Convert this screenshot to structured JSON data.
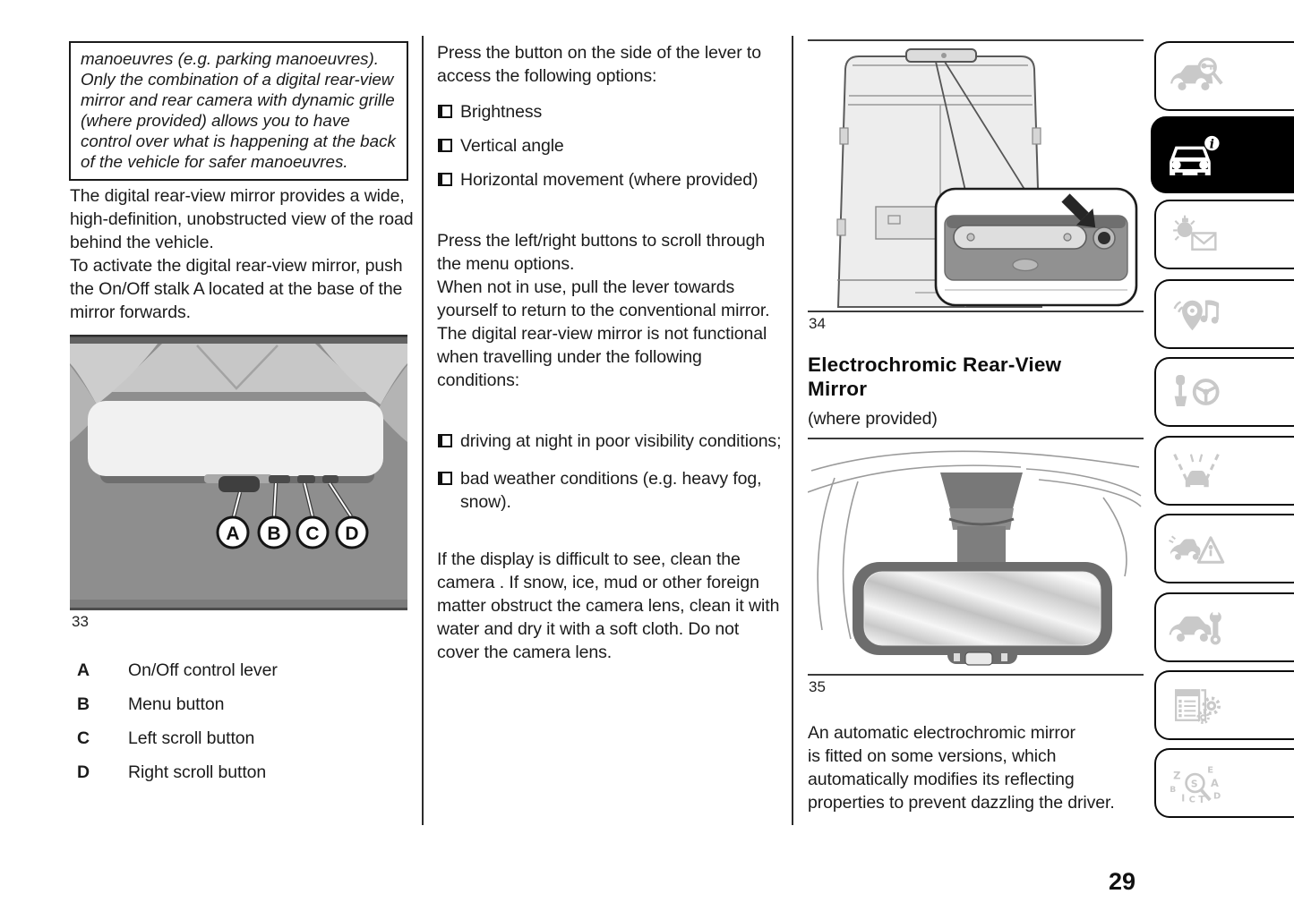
{
  "page": {
    "number": "29"
  },
  "left_column": {
    "note_box": "manoeuvres (e.g. parking manoeuvres).\nOnly the combination of a digital rear-view mirror and rear camera with dynamic grille (where provided) allows you to have control over what is happening at the back of the vehicle for safer manoeuvres.",
    "intro": "The digital rear-view mirror provides a wide, high-definition, unobstructed view of the road behind the vehicle.\nTo activate the digital rear-view mirror, push the On/Off stalk A located at the base of the mirror forwards.",
    "figure": {
      "number": "33",
      "labels": [
        "A",
        "B",
        "C",
        "D"
      ]
    },
    "legend": [
      {
        "key": "A",
        "label": "On/Off control lever"
      },
      {
        "key": "B",
        "label": "Menu button"
      },
      {
        "key": "C",
        "label": "Left scroll button"
      },
      {
        "key": "D",
        "label": "Right scroll button"
      }
    ]
  },
  "middle_column": {
    "intro": "Press the button on the side of the lever to access the following options:",
    "options": [
      "Brightness",
      "Vertical angle",
      "Horizontal movement (where provided)"
    ],
    "scroll_text": "Press the left/right buttons to scroll through the menu options.\nWhen not in use, pull the lever towards yourself to return to the conventional mirror.\nThe digital rear-view mirror is not functional when travelling under the following conditions:",
    "conditions": [
      "driving at night in poor visibility conditions;",
      "bad weather conditions (e.g. heavy fog, snow)."
    ],
    "cleaning_text": "If the display is difficult to see, clean the camera . If snow, ice, mud or other foreign matter obstruct the camera lens, clean it with water and dry it with a soft cloth. Do not cover the camera lens."
  },
  "right_column": {
    "figure_van": {
      "number": "34"
    },
    "heading": "Electrochromic Rear-View Mirror",
    "subheading": "(where provided)",
    "figure_mirror": {
      "number": "35"
    },
    "paragraph": "An automatic electrochromic mirror\nis fitted on some versions, which\nautomatically modifies its reflecting\nproperties to prevent dazzling the driver."
  },
  "sidebar": {
    "tabs": [
      {
        "icon": "car-search-icon",
        "active": false
      },
      {
        "icon": "car-info-icon",
        "active": true
      },
      {
        "icon": "warning-lights-messages-icon",
        "active": false
      },
      {
        "icon": "multimedia-navigation-icon",
        "active": false
      },
      {
        "icon": "starting-driving-icon",
        "active": false
      },
      {
        "icon": "driver-assistance-icon",
        "active": false
      },
      {
        "icon": "emergency-icon",
        "active": false
      },
      {
        "icon": "servicing-icon",
        "active": false
      },
      {
        "icon": "technical-data-icon",
        "active": false
      },
      {
        "icon": "index-icon",
        "active": false
      }
    ],
    "index_letters": [
      "Z",
      "E",
      "B",
      "A",
      "I",
      "C",
      "T",
      "D",
      "S"
    ]
  },
  "colors": {
    "active_tab_bg": "#000000",
    "inactive_icon": "#c9c9c9",
    "text": "#1b1b1b"
  }
}
